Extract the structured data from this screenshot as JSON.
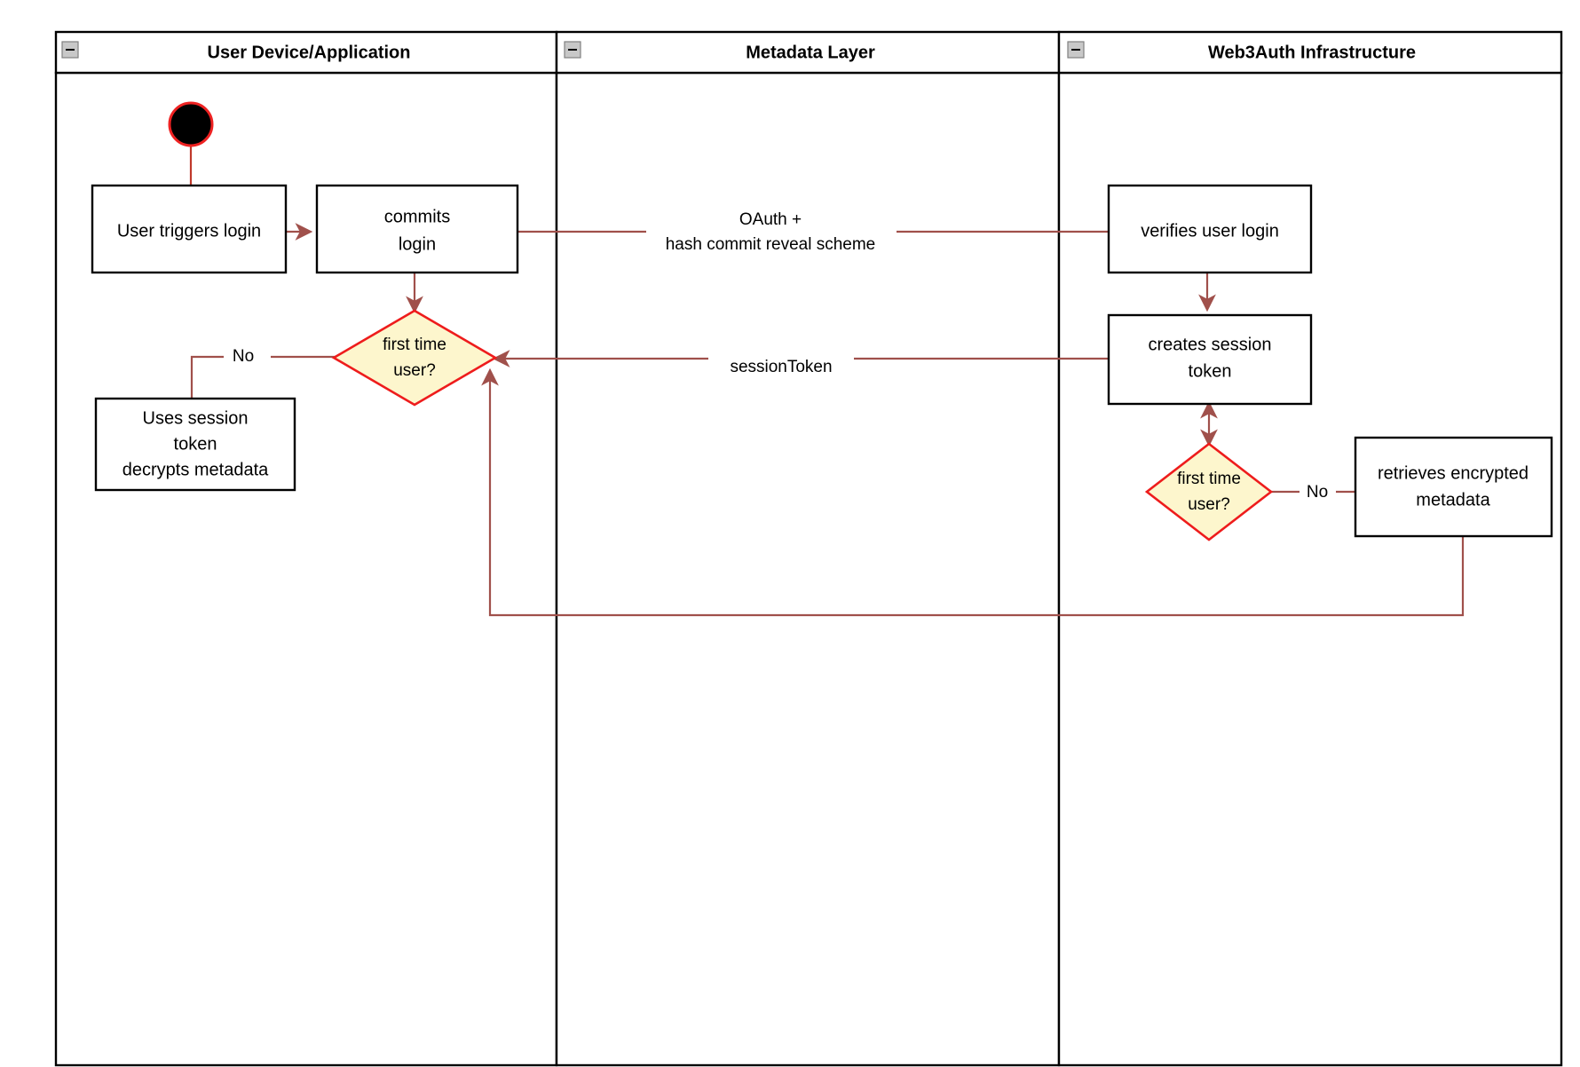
{
  "diagram": {
    "type": "uml-activity-swimlane",
    "background_color": "#ffffff",
    "border_color": "#000000",
    "edge_color": "#a0504b",
    "decision_fill": "#fdf6cd",
    "decision_stroke": "#ee1c1c",
    "start_node_fill": "#000000",
    "start_node_ring": "#ee2222"
  },
  "lanes": [
    {
      "id": "user-device",
      "title": "User Device/Application",
      "collapse_icon": "minus-icon"
    },
    {
      "id": "metadata-layer",
      "title": "Metadata Layer",
      "collapse_icon": "minus-icon"
    },
    {
      "id": "web3auth",
      "title": "Web3Auth Infrastructure",
      "collapse_icon": "minus-icon"
    }
  ],
  "nodes": [
    {
      "id": "start",
      "shape": "start-circle",
      "lane": "user-device",
      "label": ""
    },
    {
      "id": "user-triggers-login",
      "shape": "rect",
      "lane": "user-device",
      "lines": [
        "User triggers login"
      ]
    },
    {
      "id": "commits-login",
      "shape": "rect",
      "lane": "user-device",
      "lines": [
        "commits",
        "login"
      ]
    },
    {
      "id": "first-time-user-left",
      "shape": "diamond",
      "lane": "user-device",
      "lines": [
        "first time",
        "user?"
      ]
    },
    {
      "id": "uses-session-token",
      "shape": "rect",
      "lane": "user-device",
      "lines": [
        "Uses session",
        "token",
        "decrypts metadata"
      ]
    },
    {
      "id": "verifies-user-login",
      "shape": "rect",
      "lane": "web3auth",
      "lines": [
        "verifies user login"
      ]
    },
    {
      "id": "creates-session-token",
      "shape": "rect",
      "lane": "web3auth",
      "lines": [
        "creates session",
        "token"
      ]
    },
    {
      "id": "first-time-user-right",
      "shape": "diamond",
      "lane": "web3auth",
      "lines": [
        "first time",
        "user?"
      ]
    },
    {
      "id": "retrieves-encrypted-metadata",
      "shape": "rect",
      "lane": "web3auth",
      "lines": [
        "retrieves encrypted",
        "metadata"
      ]
    }
  ],
  "edges": [
    {
      "id": "start-to-trigger",
      "from": "start",
      "to": "user-triggers-login",
      "label": "",
      "arrow": "none"
    },
    {
      "id": "trigger-to-commits",
      "from": "user-triggers-login",
      "to": "commits-login",
      "label": "",
      "arrow": "end"
    },
    {
      "id": "commits-to-verifies",
      "from": "commits-login",
      "to": "verifies-user-login",
      "label_lines": [
        "OAuth +",
        "hash commit reveal scheme"
      ],
      "arrow": "none"
    },
    {
      "id": "commits-to-decision",
      "from": "commits-login",
      "to": "first-time-user-left",
      "label": "",
      "arrow": "end"
    },
    {
      "id": "decision-no-to-uses",
      "from": "first-time-user-left",
      "to": "uses-session-token",
      "label": "No",
      "arrow": "none"
    },
    {
      "id": "verifies-to-creates",
      "from": "verifies-user-login",
      "to": "creates-session-token",
      "label": "",
      "arrow": "end"
    },
    {
      "id": "creates-to-decision-left",
      "from": "creates-session-token",
      "to": "first-time-user-left",
      "label": "sessionToken",
      "arrow": "end"
    },
    {
      "id": "creates-to-decision-right",
      "from": "creates-session-token",
      "to": "first-time-user-right",
      "label": "",
      "arrow": "both"
    },
    {
      "id": "decision-right-no-to-retrieves",
      "from": "first-time-user-right",
      "to": "retrieves-encrypted-metadata",
      "label": "No",
      "arrow": "none"
    },
    {
      "id": "retrieves-back-to-decision-left",
      "from": "retrieves-encrypted-metadata",
      "to": "first-time-user-left",
      "label": "",
      "arrow": "end"
    }
  ],
  "labels": {
    "oauth_line1": "OAuth +",
    "oauth_line2": "hash commit reveal scheme",
    "session_token": "sessionToken",
    "no_left": "No",
    "no_right": "No"
  }
}
